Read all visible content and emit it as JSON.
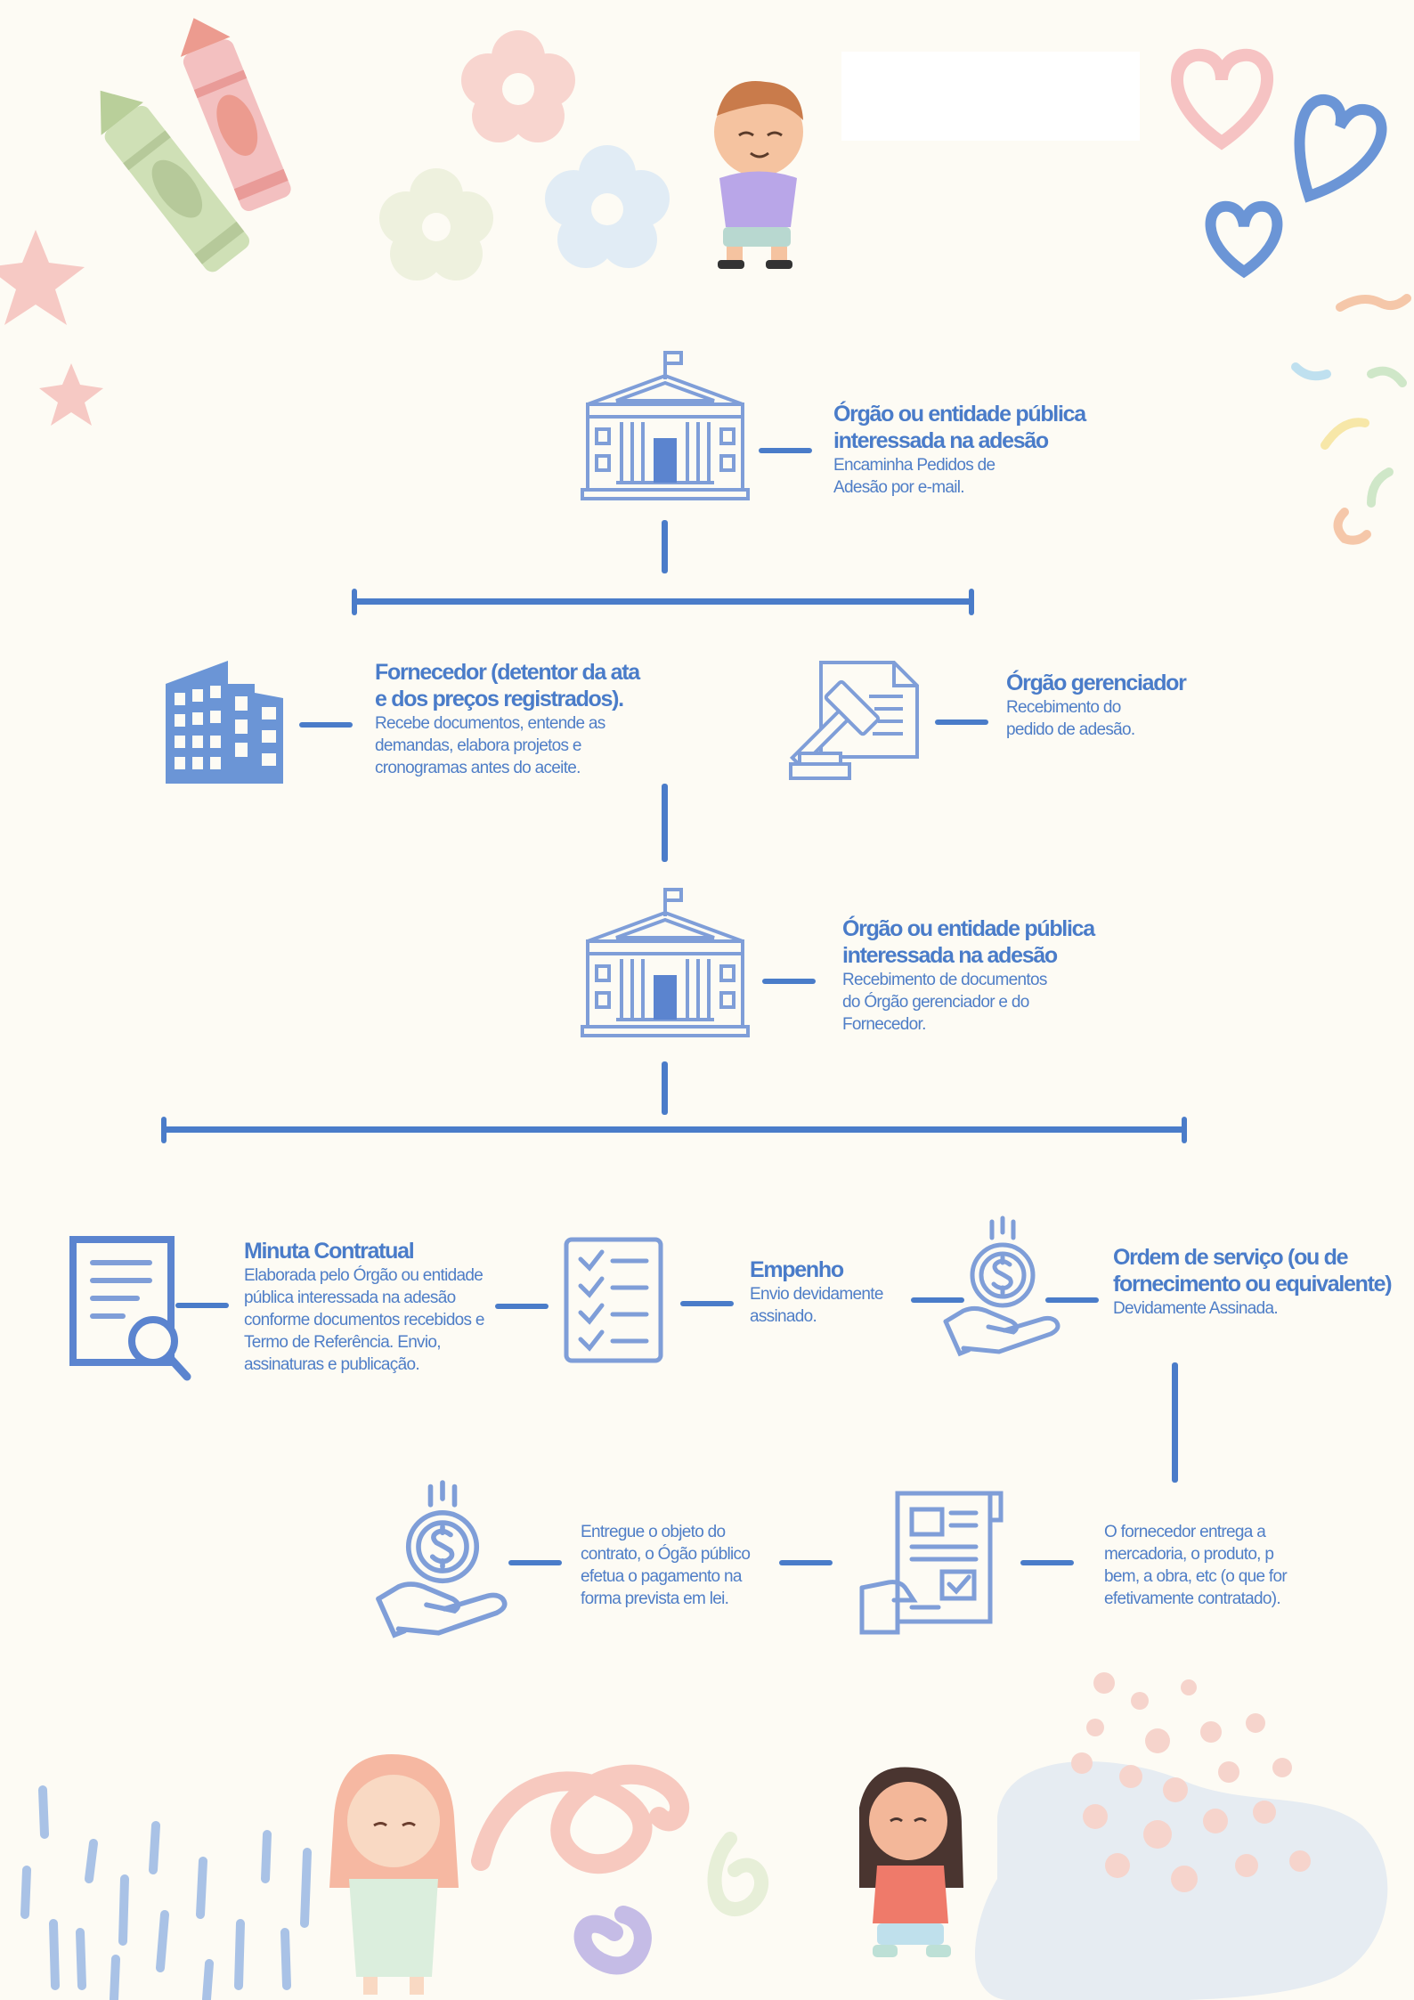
{
  "colors": {
    "background": "#fdfbf4",
    "accent_blue": "#4a7cc9",
    "icon_blue": "#7f9ed8",
    "text_blue": "#4f7ec7"
  },
  "nodes": {
    "orgao_1": {
      "title": "Órgão ou entidade pública interessada na adesão",
      "desc": "Encaminha Pedidos de Adesão por e-mail.",
      "icon": "government-building-icon"
    },
    "fornecedor": {
      "title": "Fornecedor (detentor da ata e dos preços registrados).",
      "desc": "Recebe documentos, entende as demandas, elabora projetos e cronogramas antes do aceite.",
      "icon": "office-building-icon"
    },
    "gerenciador": {
      "title": "Órgão gerenciador",
      "desc": "Recebimento do pedido de adesão.",
      "icon": "gavel-document-icon"
    },
    "orgao_2": {
      "title": "Órgão ou entidade pública interessada na adesão",
      "desc": "Recebimento de documentos do Órgão gerenciador e do Fornecedor.",
      "icon": "government-building-icon"
    },
    "minuta": {
      "title": "Minuta Contratual",
      "desc": "Elaborada pelo Órgão ou entidade pública interessada na adesão conforme documentos recebidos e Termo de Referência. Envio, assinaturas e publicação.",
      "icon": "document-search-icon"
    },
    "empenho": {
      "title": "Empenho",
      "desc": "Envio devidamente assinado.",
      "icon": "checklist-icon"
    },
    "ordem": {
      "title": "Ordem de serviço (ou de fornecimento ou equivalente)",
      "desc": "Devidamente Assinada.",
      "icon": "hand-coin-icon"
    },
    "entrega": {
      "desc": "O fornecedor entrega a mercadoria, o produto, p bem, a obra, etc (o que for efetivamente contratado).",
      "icon": "hand-invoice-icon"
    },
    "pagamento": {
      "desc": "Entregue o objeto do contrato, o Ógão público efetua o pagamento na forma prevista em lei.",
      "icon": "hand-coin-icon"
    }
  }
}
